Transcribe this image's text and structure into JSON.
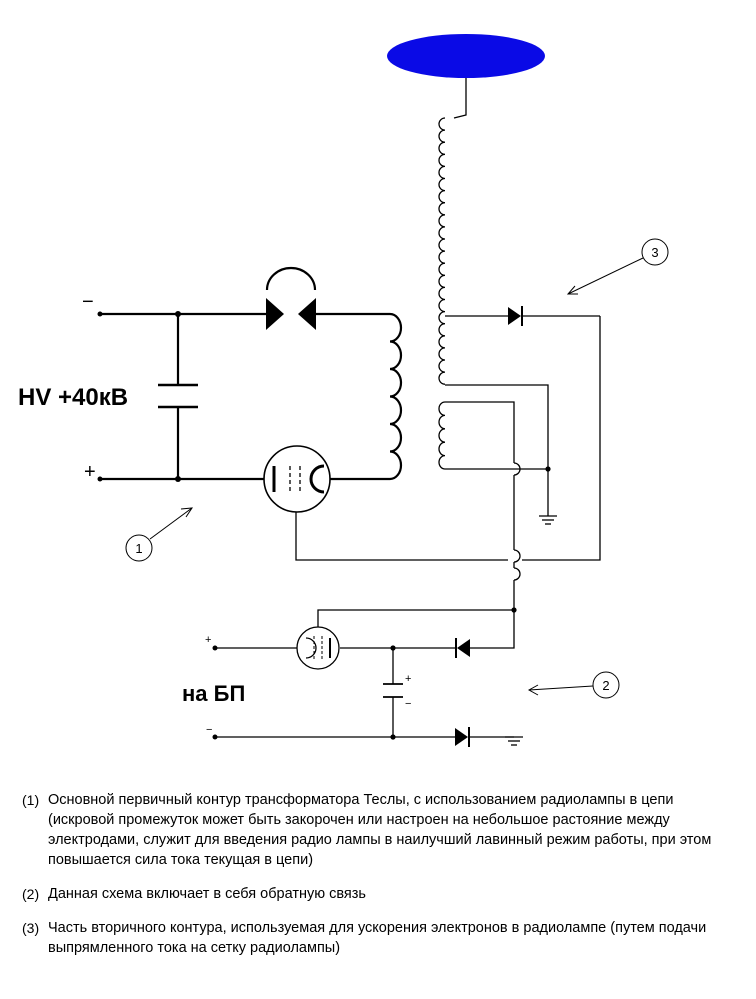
{
  "diagram": {
    "supply_label": "HV +40кВ",
    "minus_sign": "−",
    "plus_sign": "+",
    "power_label": "на БП",
    "small_plus": "+",
    "small_minus": "−",
    "cap_plus": "+",
    "cap_minus": "−",
    "callouts": [
      "1",
      "2",
      "3"
    ],
    "top_load_color": "#0a0ae6"
  },
  "notes": [
    {
      "num": "(1)",
      "text": "Основной первичный контур трансформатора Теслы, с использованием радиолампы в цепи (искровой промежуток может быть закорочен или настроен на небольшое растояние между электродами, служит для введения радио лампы в наилучший лавинный режим работы, при этом повышается сила тока текущая в цепи)"
    },
    {
      "num": "(2)",
      "text": "Данная схема включает в себя обратную связь"
    },
    {
      "num": "(3)",
      "text": "Часть вторичного контура, используемая для ускорения электронов в радиолампе (путем подачи выпрямленного тока на сетку радиолампы)"
    }
  ]
}
